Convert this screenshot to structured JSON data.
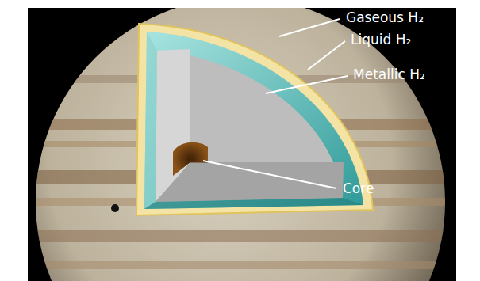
{
  "diagram": {
    "labels": [
      "Gaseous H₂",
      "Liquid H₂",
      "Metallic H₂",
      "Core"
    ]
  }
}
